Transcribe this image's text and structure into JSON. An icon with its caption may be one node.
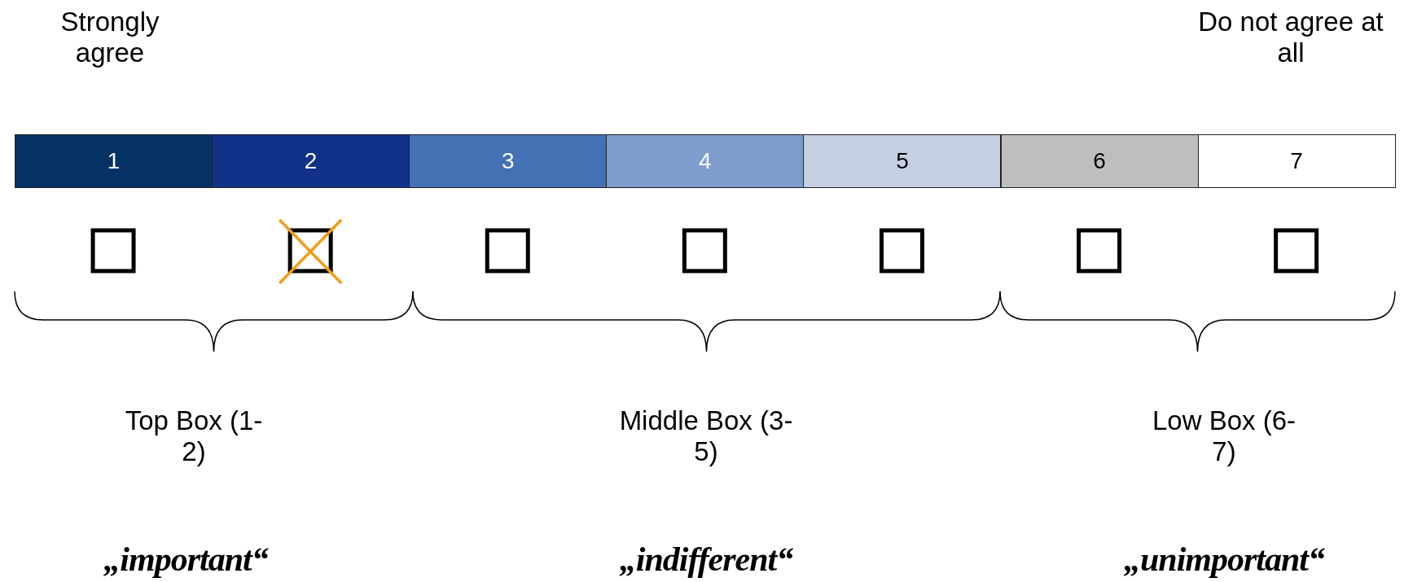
{
  "diagram": {
    "nodes": [
      {
        "text": [
          "1"
        ]
      },
      {
        "text": [
          "2"
        ]
      },
      {
        "text": [
          "3"
        ]
      },
      {
        "text": [
          "4"
        ]
      },
      {
        "text": [
          "5"
        ]
      },
      {
        "text": [
          "6"
        ]
      },
      {
        "text": [
          "7"
        ]
      }
    ],
    "edges": [],
    "labels": [
      "Strongly agree",
      "Do not agree at all",
      "Top Box (1-2)",
      "Middle Box (3-5)",
      "Low Box (6-7)",
      "„important“",
      "„indifferent“",
      "„unimportant“"
    ]
  }
}
